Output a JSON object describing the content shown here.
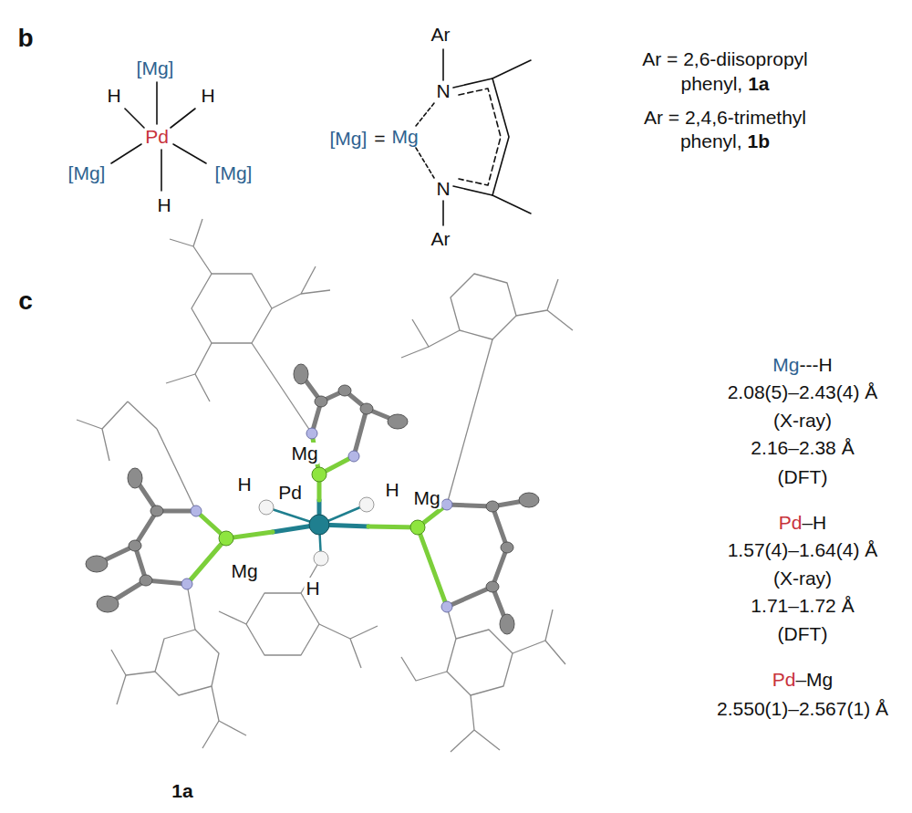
{
  "diagram": {
    "labels": [
      "b",
      "[Mg]",
      "H",
      "H",
      "Pd",
      "[Mg]",
      "[Mg]",
      "H",
      "Ar",
      "N",
      "[Mg]",
      "=",
      "Mg",
      "N",
      "Ar",
      "Ar = 2,6-diisopropyl",
      "phenyl,",
      "1a",
      "Ar = 2,4,6-trimethyl",
      "phenyl,",
      "1b",
      "c",
      "Mg",
      "H",
      "Pd",
      "H",
      "Mg",
      "Mg",
      "H",
      "1a",
      "Mg",
      "---H",
      "2.08(5)–2.43(4) Å",
      "(X-ray)",
      "2.16–2.38 Å",
      "(DFT)",
      "Pd",
      "–H",
      "1.57(4)–1.64(4) Å",
      "(X-ray)",
      "1.71–1.72 Å",
      "(DFT)",
      "Pd",
      "–Mg",
      "2.550(1)–2.567(1) Å"
    ]
  }
}
